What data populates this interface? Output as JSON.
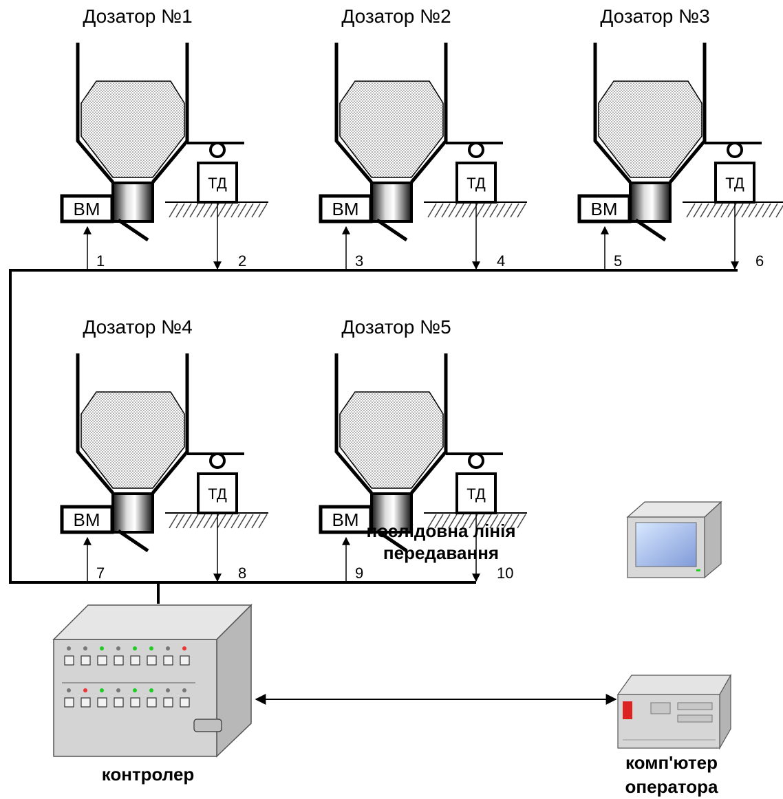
{
  "dispensers": [
    {
      "title": "Дозатор №1",
      "bm": "ВМ",
      "td": "ТД",
      "n_in": "1",
      "n_out": "2"
    },
    {
      "title": "Дозатор №2",
      "bm": "ВМ",
      "td": "ТД",
      "n_in": "3",
      "n_out": "4"
    },
    {
      "title": "Дозатор №3",
      "bm": "ВМ",
      "td": "ТД",
      "n_in": "5",
      "n_out": "6"
    },
    {
      "title": "Дозатор №4",
      "bm": "ВМ",
      "td": "ТД",
      "n_in": "7",
      "n_out": "8"
    },
    {
      "title": "Дозатор №5",
      "bm": "ВМ",
      "td": "ТД",
      "n_in": "9",
      "n_out": "10"
    }
  ],
  "link_label_line1": "послідовна лінія",
  "link_label_line2": "передавання",
  "controller_label": "контролер",
  "computer_label_line1": "комп'ютер",
  "computer_label_line2": "оператора"
}
